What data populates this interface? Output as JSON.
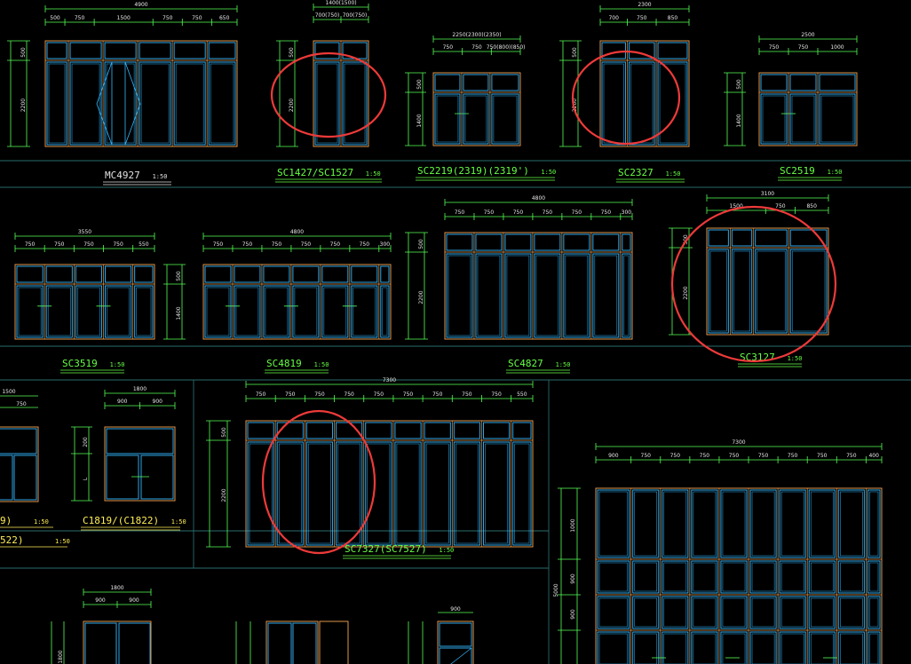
{
  "colors": {
    "background": "#000000",
    "frame": "#e0964a",
    "glass": "#33b8ff",
    "dimension": "#55ff55",
    "dimension_text": "#e8e8e8",
    "label_green": "#66ff44",
    "label_white": "#e0e0e0",
    "label_yellow": "#ffee55",
    "annotation_circle": "#ee3a3a",
    "divider": "#2a6b6b"
  },
  "windows": [
    {
      "id": "mc4927",
      "title": "MC4927",
      "scale": "1:50",
      "total_width": "4900",
      "segments": [
        "500",
        "750",
        "1500",
        "750",
        "750",
        "650"
      ],
      "heights": [
        "500",
        "2200"
      ],
      "title_color": "label_white"
    },
    {
      "id": "sc1427",
      "title": "SC1427/SC1527",
      "scale": "1:50",
      "total_width": "1400(1500)",
      "segments": [
        "700(750)",
        "700(750)"
      ],
      "heights": [
        "500",
        "2200"
      ],
      "title_color": "label_green"
    },
    {
      "id": "sc2219",
      "title": "SC2219(2319)(2319')",
      "scale": "1:50",
      "total_width": "2250(2300)(2350)",
      "segments": [
        "750",
        "750",
        "750(800)(850)"
      ],
      "heights": [
        "500",
        "1400"
      ],
      "title_color": "label_green"
    },
    {
      "id": "sc2327",
      "title": "SC2327",
      "scale": "1:50",
      "total_width": "2300",
      "segments": [
        "700",
        "750",
        "850"
      ],
      "heights": [
        "500",
        "2200"
      ],
      "title_color": "label_green"
    },
    {
      "id": "sc2519",
      "title": "SC2519",
      "scale": "1:50",
      "total_width": "2500",
      "segments": [
        "750",
        "750",
        "1000"
      ],
      "heights": [
        "500",
        "1400"
      ],
      "title_color": "label_green"
    },
    {
      "id": "sc3519",
      "title": "SC3519",
      "scale": "1:50",
      "total_width": "3550",
      "segments": [
        "750",
        "750",
        "750",
        "750",
        "550"
      ],
      "heights": [
        "500",
        "1400"
      ],
      "title_color": "label_green"
    },
    {
      "id": "sc4819",
      "title": "SC4819",
      "scale": "1:50",
      "total_width": "4800",
      "segments": [
        "750",
        "750",
        "750",
        "750",
        "750",
        "750",
        "300"
      ],
      "heights": [
        "500",
        "1400"
      ],
      "title_color": "label_green"
    },
    {
      "id": "sc4827",
      "title": "SC4827",
      "scale": "1:50",
      "total_width": "4800",
      "segments": [
        "750",
        "750",
        "750",
        "750",
        "750",
        "750",
        "300"
      ],
      "heights": [
        "500",
        "2200"
      ],
      "title_color": "label_green"
    },
    {
      "id": "sc3127",
      "title": "SC3127",
      "scale": "1:50",
      "total_width": "3100",
      "segments": [
        "1500",
        "750",
        "850"
      ],
      "heights": [
        "500",
        "2200"
      ],
      "title_color": "label_green"
    },
    {
      "id": "c1819",
      "title": "C1819/(C1822)",
      "scale": "1:50",
      "total_width": "1800",
      "segments": [
        "900",
        "900"
      ],
      "heights": [
        "200",
        "L"
      ],
      "title_color": "label_yellow"
    },
    {
      "id": "sc7327",
      "title": "SC7327(SC7527)",
      "scale": "1:50",
      "total_width": "7300",
      "segments": [
        "750",
        "750",
        "750",
        "750",
        "750",
        "750",
        "750",
        "750",
        "750",
        "550"
      ],
      "heights": [
        "500",
        "2200"
      ],
      "title_color": "label_green"
    },
    {
      "id": "big7300",
      "title": "",
      "scale": "",
      "total_width": "7300",
      "segments": [
        "900",
        "750",
        "750",
        "750",
        "750",
        "750",
        "750",
        "750",
        "750",
        "400"
      ],
      "heights": [
        "1000",
        "900",
        "900"
      ],
      "extra_height": "5000",
      "title_color": "label_green"
    },
    {
      "id": "partial_left",
      "title": "9)",
      "title2": "522)",
      "scale": "1:50",
      "total_width": "1500",
      "segments": [
        "750"
      ],
      "heights": [],
      "title_color": "label_yellow"
    },
    {
      "id": "bottom1",
      "title": "",
      "scale": "",
      "total_width": "1800",
      "segments": [
        "900",
        "900"
      ],
      "heights": [
        "1800"
      ],
      "title_color": "label_green"
    },
    {
      "id": "bottom2",
      "title": "",
      "scale": "",
      "total_width": "900",
      "segments": [],
      "heights": [],
      "title_color": "label_green"
    }
  ]
}
